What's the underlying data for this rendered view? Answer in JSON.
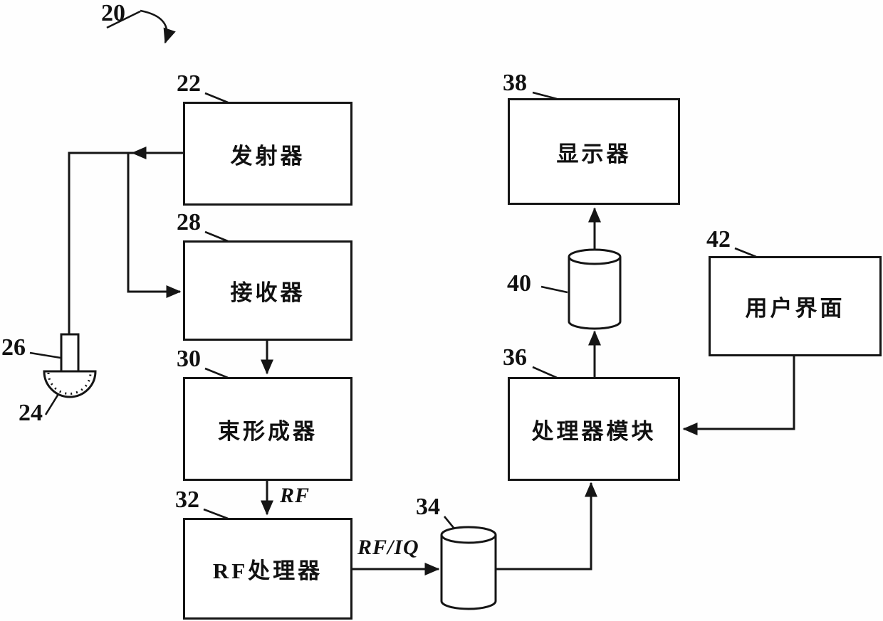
{
  "figure": {
    "refs": {
      "r20": "20",
      "r22": "22",
      "r24": "24",
      "r26": "26",
      "r28": "28",
      "r30": "30",
      "r32": "32",
      "r34": "34",
      "r36": "36",
      "r38": "38",
      "r40": "40",
      "r42": "42"
    },
    "boxes": {
      "transmitter": "发射器",
      "receiver": "接收器",
      "beamformer": "束形成器",
      "rf_processor": "RF处理器",
      "display": "显示器",
      "processor_module": "处理器模块",
      "user_interface": "用户界面"
    },
    "signals": {
      "rf": "RF",
      "rf_iq": "RF/IQ"
    }
  }
}
